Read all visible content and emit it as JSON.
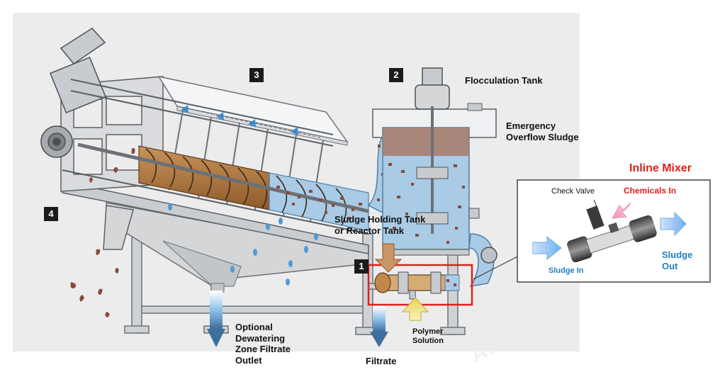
{
  "watermark": "AMCON",
  "steps": {
    "one": "1",
    "two": "2",
    "three": "3",
    "four": "4"
  },
  "labels": {
    "flocculation_tank": "Flocculation Tank",
    "emergency_overflow": "Emergency\nOverflow Sludge",
    "sludge_holding": "Sludge Holding Tank\nor Reactor Tank",
    "optional_dewatering": "Optional\nDewatering\nZone Filtrate\nOutlet",
    "filtrate": "Filtrate",
    "polymer_solution": "Polymer\nSolution"
  },
  "inline_mixer": {
    "title": "Inline Mixer",
    "check_valve": "Check Valve",
    "chemicals_in": "Chemicals In",
    "sludge_in": "Sludge In",
    "sludge_out": "Sludge\nOut"
  },
  "colors": {
    "steel": "#d4d6d8",
    "steel_dark": "#8b8f93",
    "outline": "#55595d",
    "sludge": "#8a4a3a",
    "sludge_dark": "#6b2f25",
    "water": "#a9cbe6",
    "water_drop": "#4f9ad6",
    "screw_brown": "#b07b3e",
    "highlight_red": "#e0201b",
    "title_red": "#e0201b",
    "arrow_blue": "#7fb7f0",
    "arrow_pink": "#f3a6c4",
    "label_blue": "#1f7fbf",
    "polymer_yellow": "#f2e27a"
  }
}
